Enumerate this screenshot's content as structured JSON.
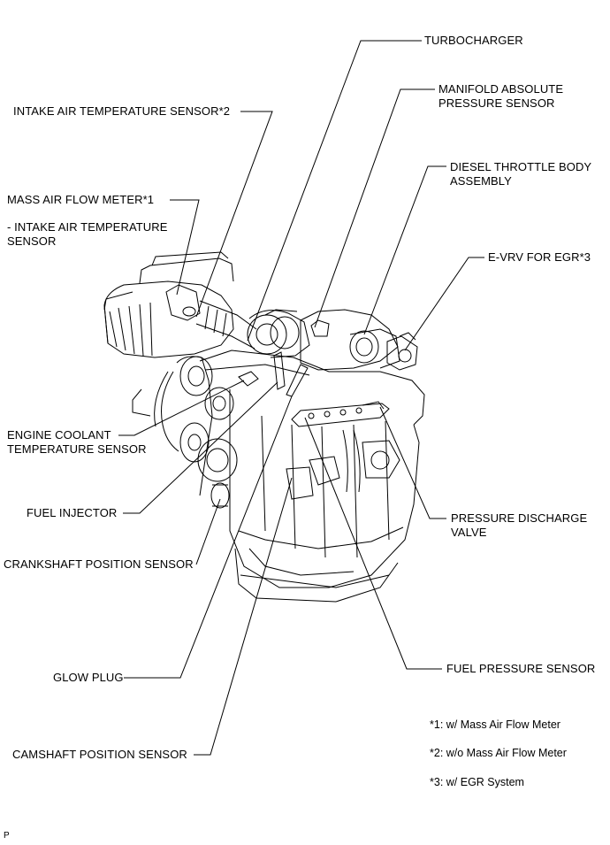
{
  "labels": {
    "turbocharger": "TURBOCHARGER",
    "map_sensor_1": "MANIFOLD ABSOLUTE",
    "map_sensor_2": "PRESSURE SENSOR",
    "intake_air_temp": "INTAKE AIR TEMPERATURE SENSOR*2",
    "diesel_throttle_1": "DIESEL THROTTLE BODY",
    "diesel_throttle_2": "ASSEMBLY",
    "mass_air_flow": "MASS AIR FLOW METER*1",
    "iat_sub_1": "- INTAKE AIR TEMPERATURE",
    "iat_sub_2": "SENSOR",
    "evrv": "E-VRV FOR EGR*3",
    "coolant_1": "ENGINE COOLANT",
    "coolant_2": "TEMPERATURE SENSOR",
    "fuel_injector": "FUEL INJECTOR",
    "pressure_discharge_1": "PRESSURE DISCHARGE",
    "pressure_discharge_2": "VALVE",
    "crankshaft": "CRANKSHAFT POSITION SENSOR",
    "glow_plug": "GLOW PLUG",
    "fuel_pressure": "FUEL PRESSURE SENSOR",
    "camshaft": "CAMSHAFT POSITION SENSOR"
  },
  "notes": {
    "n1": "*1: w/ Mass Air Flow Meter",
    "n2": "*2: w/o Mass Air Flow Meter",
    "n3": "*3: w/ EGR System"
  },
  "corner_mark": "P"
}
